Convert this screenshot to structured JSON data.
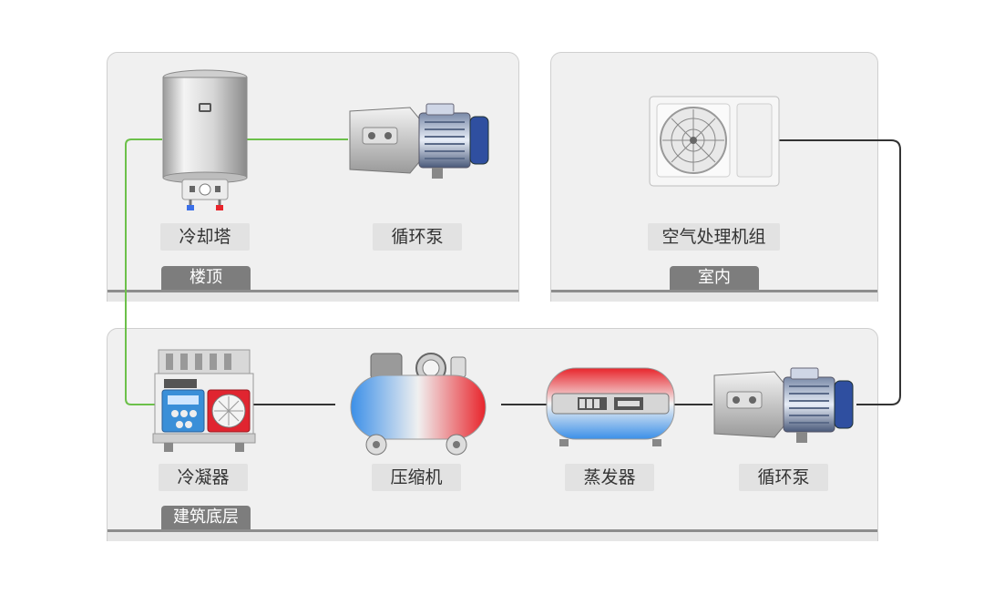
{
  "zones": {
    "roof": "楼顶",
    "indoor": "室内",
    "basement": "建筑底层"
  },
  "components": {
    "cooling_tower": "冷却塔",
    "pump_roof": "循环泵",
    "air_handler": "空气处理机组",
    "condenser": "冷凝器",
    "compressor": "压缩机",
    "evaporator": "蒸发器",
    "pump_basement": "循环泵"
  },
  "colors": {
    "condenser_water_pipe": "#6cc04a",
    "chilled_water_pipe": "#333333",
    "hot": "#e8242b",
    "cold": "#3b8fe8"
  }
}
